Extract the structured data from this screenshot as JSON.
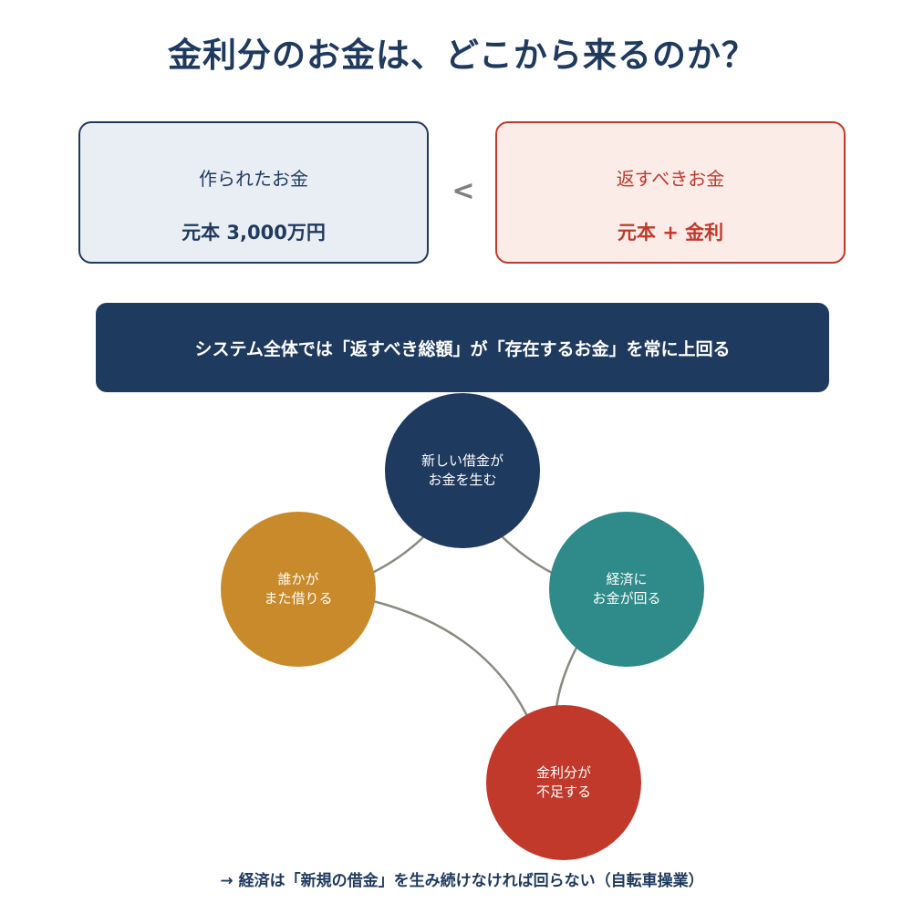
{
  "title": "金利分のお金は、どこから来るのか？",
  "created_box": {
    "label": "作られたお金",
    "value": "元本 3,000万円"
  },
  "comparison_symbol": "<",
  "repay_box": {
    "label": "返すべきお金",
    "value": "元本 + 金利"
  },
  "banner": "システム全体では「返すべき総額」が「存在するお金」を常に上回る",
  "cycle": {
    "nodes": [
      {
        "line1": "新しい借金が",
        "line2": "お金を生む"
      },
      {
        "line1": "経済に",
        "line2": "お金が回る"
      },
      {
        "line1": "金利分が",
        "line2": "不足する"
      },
      {
        "line1": "誰かが",
        "line2": "また借りる"
      }
    ]
  },
  "footer": "→ 経済は「新規の借金」を生み続けなければ回らない（自転車操業）",
  "colors": {
    "navy": "#1f3a5f",
    "red": "#c0392b",
    "teal": "#2e8b89",
    "gold": "#c98a2b",
    "connector": "#8a8a80"
  }
}
